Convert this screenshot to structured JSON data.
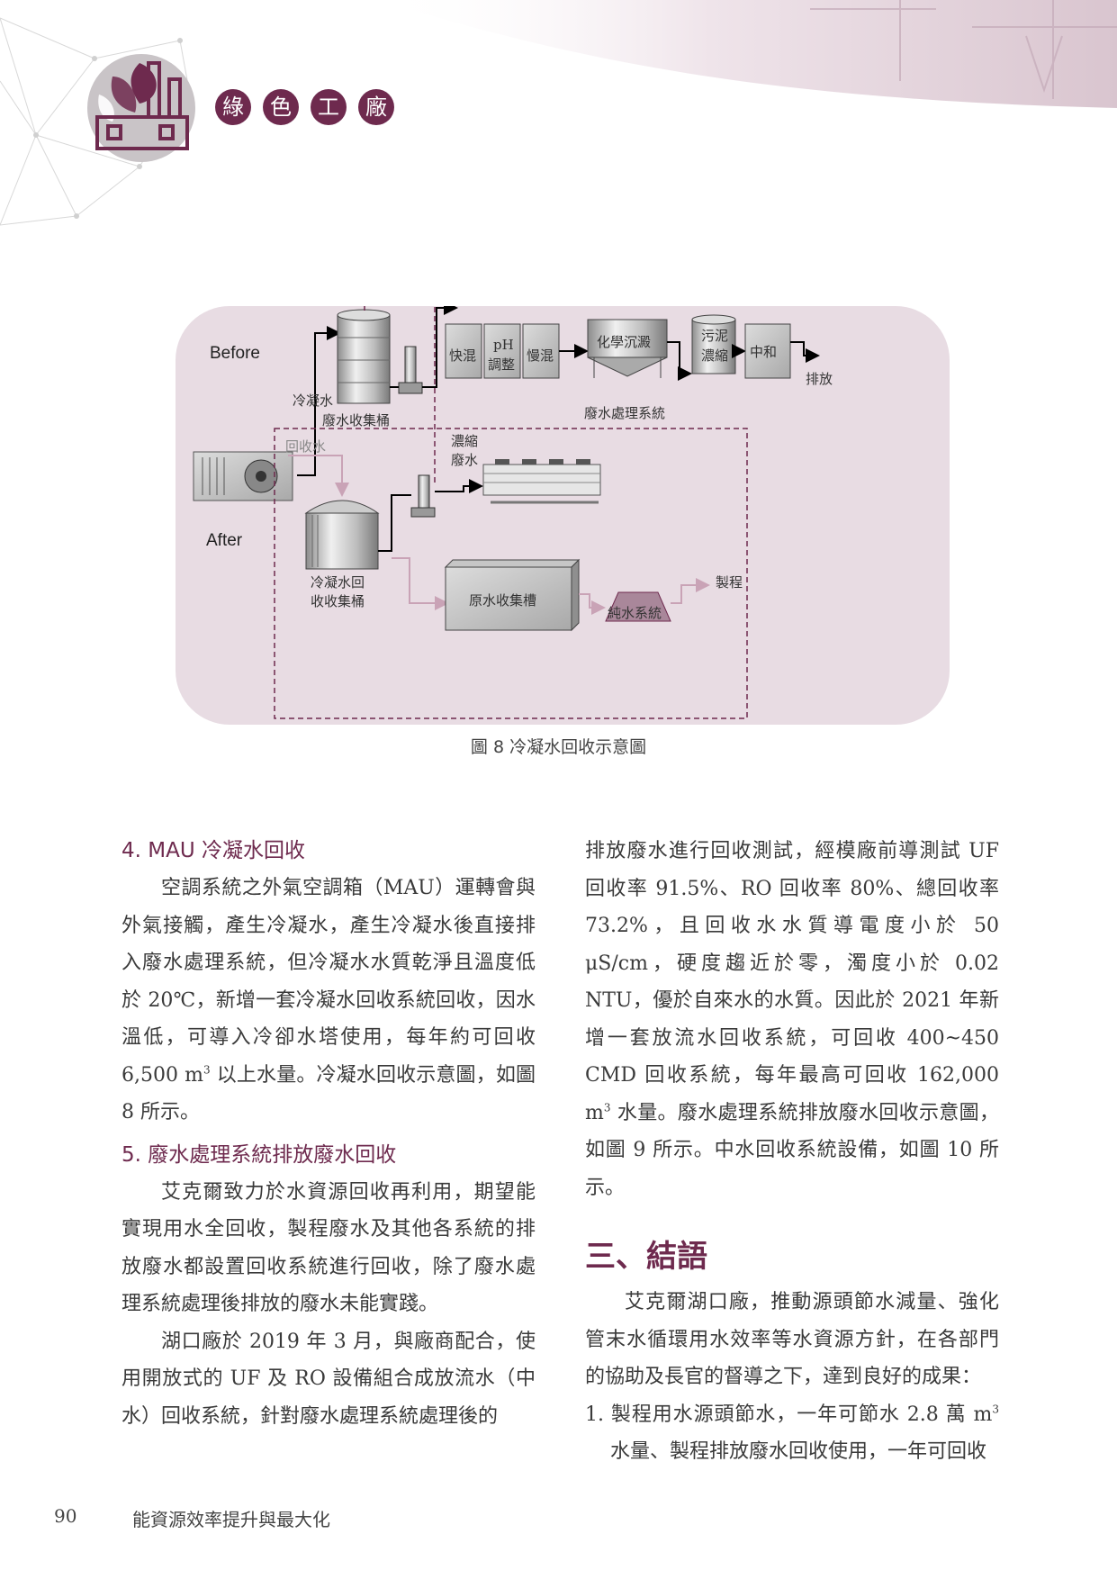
{
  "header": {
    "badges": [
      "綠",
      "色",
      "工",
      "廠"
    ]
  },
  "figure": {
    "before_label": "Before",
    "after_label": "After",
    "condensate_label": "冷凝水",
    "waste_bucket_label": "廢水收集桶",
    "rapid_mix": "快混",
    "ph_1": "pH",
    "ph_2": "調整",
    "slow_mix": "慢混",
    "chem_settle": "化學沉澱",
    "sludge_1": "污泥",
    "sludge_2": "濃縮",
    "neutralize": "中和",
    "discharge": "排放",
    "treatment_system": "廢水處理系統",
    "recycled_water": "回收水",
    "conc_1": "濃縮",
    "conc_2": "廢水",
    "cond_tank_1": "冷凝水回",
    "cond_tank_2": "收收集桶",
    "raw_tank": "原水收集槽",
    "pure_water": "純水系統",
    "process": "製程",
    "caption": "圖 8  冷凝水回收示意圖"
  },
  "left": {
    "h4": "4. MAU 冷凝水回收",
    "p1_a": "空調系統之外氣空調箱（MAU）運轉會與外氣接觸，產生冷凝水，產生冷凝水後直接排入廢水處理系統，但冷凝水水質乾淨且溫度低於 20℃，新增一套冷凝水回收系統回收，因水溫低，可導入冷卻水塔使用，每年約可回收 6,500 m",
    "p1_sup": "3",
    "p1_b": " 以上水量。冷凝水回收示意圖，如圖 8 所示。",
    "h5": "5. 廢水處理系統排放廢水回收",
    "p2": "艾克爾致力於水資源回收再利用，期望能實現用水全回收，製程廢水及其他各系統的排放廢水都設置回收系統進行回收，除了廢水處理系統處理後排放的廢水未能實踐。",
    "p3": "湖口廠於 2019 年 3 月，與廠商配合，使用開放式的 UF 及 RO 設備組合成放流水（中水）回收系統，針對廢水處理系統處理後的"
  },
  "right": {
    "p1_a": "排放廢水進行回收測試，經模廠前導測試 UF 回收率 91.5%、RO 回收率 80%、總回收率 73.2%，且回收水水質導電度小於 50 μS/cm，硬度趨近於零，濁度小於 0.02 NTU，優於自來水的水質。因此於 2021 年新增一套放流水回收系統，可回收 400~450 CMD 回收系統，每年最高可回收 162,000 m",
    "p1_sup": "3",
    "p1_b": " 水量。廢水處理系統排放廢水回收示意圖，如圖 9 所示。中水回收系統設備，如圖 10 所示。",
    "h3": "三、結語",
    "p2": "艾克爾湖口廠，推動源頭節水減量、強化管末水循環用水效率等水資源方針，在各部門的協助及長官的督導之下，達到良好的成果：",
    "li1_a": "1. 製程用水源頭節水，一年可節水 2.8 萬 m",
    "li1_sup": "3",
    "li1_b": " 水量、製程排放廢水回收使用，一年可回收"
  },
  "footer": {
    "page": "90",
    "title": "能資源效率提升與最大化"
  },
  "colors": {
    "accent": "#6e2a4e",
    "panel": "#e8dce3",
    "badge_gray": "#c9c4c7"
  }
}
